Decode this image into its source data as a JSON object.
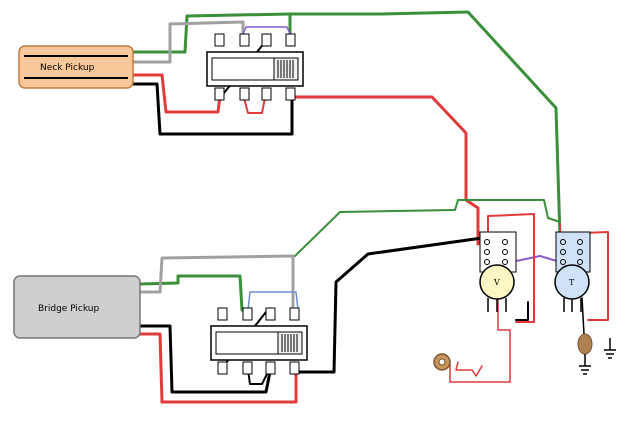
{
  "labels": {
    "neck_pickup": "Neck Pickup",
    "bridge_pickup": "Bridge Pickup",
    "volume_pot": "V",
    "tone_pot": "T"
  },
  "colors": {
    "wire_green": "#3a8f3a",
    "wire_red": "#e03a3a",
    "wire_black": "#000000",
    "wire_gray": "#a0a0a0",
    "wire_purple": "#8a5ad0",
    "wire_blue_jumper": "#6a8fd0",
    "neck_pickup_fill": "#f8c89a",
    "bridge_pickup_fill": "#cfcfcf",
    "volume_pot_fill": "#fbf6c4",
    "tone_pot_fill": "#cfe2f7",
    "switch_body": "#ffffff",
    "capacitor": "#b08050"
  }
}
